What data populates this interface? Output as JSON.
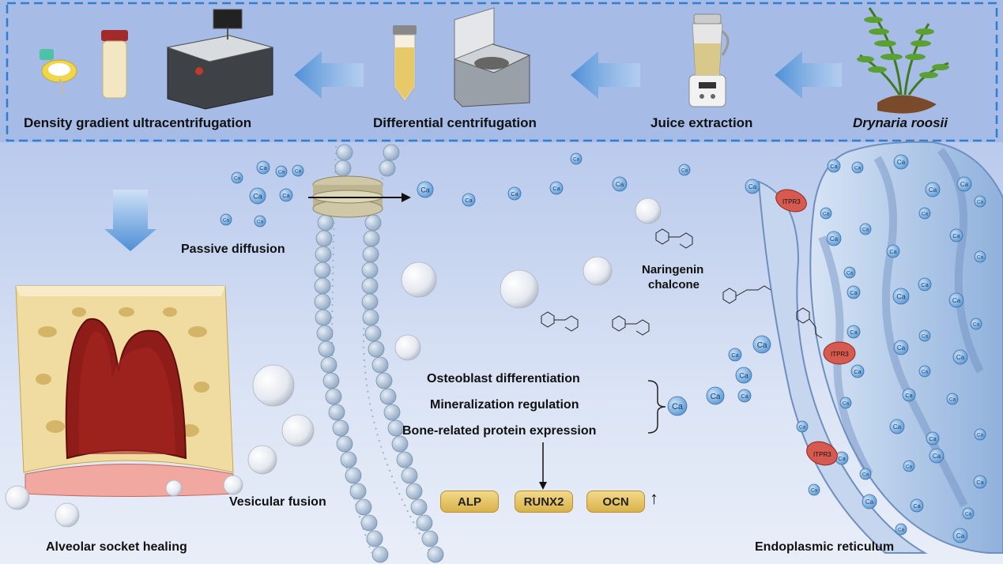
{
  "process": {
    "step1": "Drynaria roosii",
    "step2": "Juice extraction",
    "step3": "Differential centrifugation",
    "step4": "Density gradient ultracentrifugation"
  },
  "mechanism": {
    "passive": "Passive diffusion",
    "vesicular": "Vesicular fusion",
    "socket": "Alveolar socket healing",
    "er": "Endoplasmic reticulum",
    "compound_line1": "Naringenin",
    "compound_line2": "chalcone",
    "effect1": "Osteoblast differentiation",
    "effect2": "Mineralization regulation",
    "effect3": "Bone-related protein expression",
    "receptor": "ITPR3",
    "ion": "Ca",
    "markers": [
      "ALP",
      "RUNX2",
      "OCN"
    ],
    "up_arrow": "↑"
  }
}
